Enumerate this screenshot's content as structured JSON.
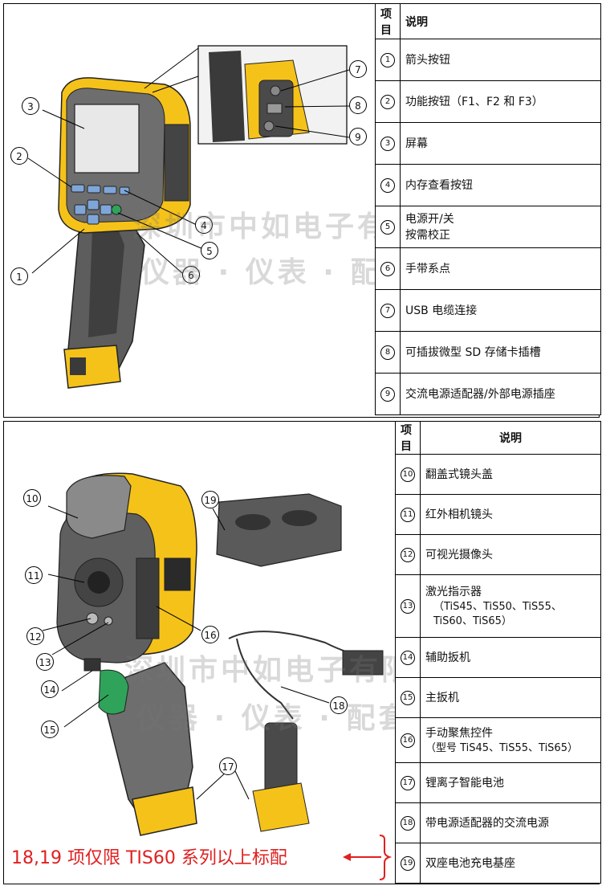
{
  "panel1": {
    "header": {
      "item": "项目",
      "desc": "说明"
    },
    "rows": [
      {
        "num": "1",
        "lines": [
          "箭头按钮"
        ]
      },
      {
        "num": "2",
        "lines": [
          "功能按钮（F1、F2 和 F3）"
        ]
      },
      {
        "num": "3",
        "lines": [
          "屏幕"
        ]
      },
      {
        "num": "4",
        "lines": [
          "内存查看按钮"
        ]
      },
      {
        "num": "5",
        "lines": [
          "电源开/关",
          "按需校正"
        ]
      },
      {
        "num": "6",
        "lines": [
          "手带系点"
        ]
      },
      {
        "num": "7",
        "lines": [
          "USB 电缆连接"
        ]
      },
      {
        "num": "8",
        "lines": [
          "可插拔微型 SD 存储卡插槽"
        ]
      },
      {
        "num": "9",
        "lines": [
          "交流电源适配器/外部电源插座"
        ]
      }
    ],
    "callouts": [
      "1",
      "2",
      "3",
      "4",
      "5",
      "6",
      "7",
      "8",
      "9"
    ]
  },
  "panel2": {
    "header": {
      "item": "项目",
      "desc": "说明"
    },
    "rows": [
      {
        "num": "10",
        "lines": [
          "翻盖式镜头盖"
        ]
      },
      {
        "num": "11",
        "lines": [
          "红外相机镜头"
        ]
      },
      {
        "num": "12",
        "lines": [
          "可视光摄像头"
        ]
      },
      {
        "num": "13",
        "lines": [
          "激光指示器"
        ],
        "sub": [
          "（TiS45、TiS50、TiS55、",
          "TiS60、TiS65）"
        ]
      },
      {
        "num": "14",
        "lines": [
          "辅助扳机"
        ]
      },
      {
        "num": "15",
        "lines": [
          "主扳机"
        ]
      },
      {
        "num": "16",
        "lines": [
          "手动聚焦控件"
        ],
        "sub": [
          "（型号 TiS45、TiS55、TiS65）"
        ]
      },
      {
        "num": "17",
        "lines": [
          "锂离子智能电池"
        ]
      },
      {
        "num": "18",
        "lines": [
          "带电源适配器的交流电源"
        ]
      },
      {
        "num": "19",
        "lines": [
          "双座电池充电基座"
        ]
      }
    ],
    "callouts": [
      "10",
      "11",
      "12",
      "13",
      "14",
      "15",
      "16",
      "17",
      "18",
      "19"
    ]
  },
  "watermarks": {
    "line1": "深圳市中如电子有限公司",
    "line2": "仪器 · 仪表 · 配套济亲"
  },
  "note": "18,19 项仅限 TIS60 系列以上标配",
  "colors": {
    "yellow": "#f5c21a",
    "gray": "#6e6e6e",
    "dark": "#3a3a3a",
    "screen": "#e8e8e8",
    "blue": "#7fa6d8",
    "green": "#2fa35a",
    "note": "#e02020"
  }
}
